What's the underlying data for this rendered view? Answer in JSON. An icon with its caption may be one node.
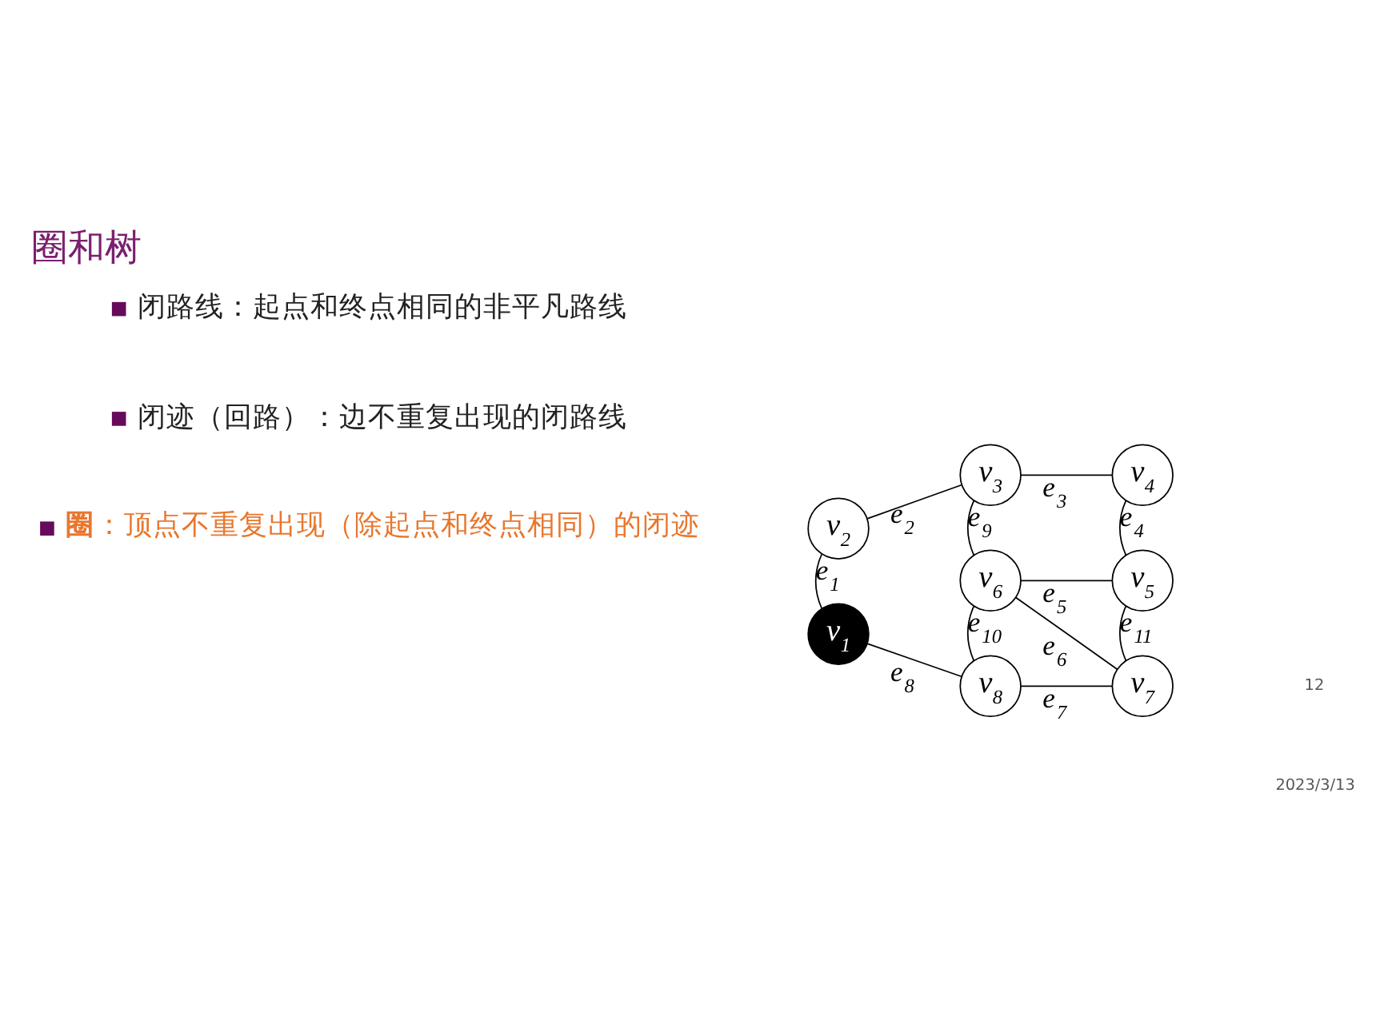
{
  "diagram": {
    "title": "圈和树",
    "nodes": [
      {
        "text": [
          "v$_{1}$"
        ]
      },
      {
        "text": [
          "v$_{2}$"
        ]
      },
      {
        "text": [
          "v$_{3}$"
        ]
      },
      {
        "text": [
          "v$_{4}$"
        ]
      },
      {
        "text": [
          "v$_{5}$"
        ]
      },
      {
        "text": [
          "v$_{6}$"
        ]
      },
      {
        "text": [
          "v$_{7}$"
        ]
      },
      {
        "text": [
          "v$_{8}$"
        ]
      }
    ],
    "edges": [
      {
        "from": 1,
        "to": 0,
        "arrow": "none",
        "label": "e$_{1}$"
      },
      {
        "from": 1,
        "to": 2,
        "arrow": "none",
        "label": "e$_{2}$"
      },
      {
        "from": 2,
        "to": 3,
        "arrow": "none",
        "label": "e$_{3}$"
      },
      {
        "from": 3,
        "to": 4,
        "arrow": "none",
        "label": "e$_{4}$"
      },
      {
        "from": 5,
        "to": 4,
        "arrow": "none",
        "label": "e$_{5}$"
      },
      {
        "from": 5,
        "to": 6,
        "arrow": "none",
        "label": "e$_{6}$"
      },
      {
        "from": 7,
        "to": 6,
        "arrow": "none",
        "label": "e$_{7}$"
      },
      {
        "from": 0,
        "to": 7,
        "arrow": "none",
        "label": "e$_{8}$"
      },
      {
        "from": 2,
        "to": 5,
        "arrow": "none",
        "label": "e$_{9}$"
      },
      {
        "from": 5,
        "to": 7,
        "arrow": "none",
        "label": "e$_{10}$"
      },
      {
        "from": 4,
        "to": 6,
        "arrow": "none",
        "label": "e$_{11}$"
      }
    ],
    "labels": [
      "闭路线：起点和终点相同的非平凡路线",
      "闭迹（回路）：边不重复出现的闭路线",
      "**圈**：顶点不重复出现（除起点和终点相同）的闭迹",
      "2023/3/13",
      "12"
    ]
  }
}
